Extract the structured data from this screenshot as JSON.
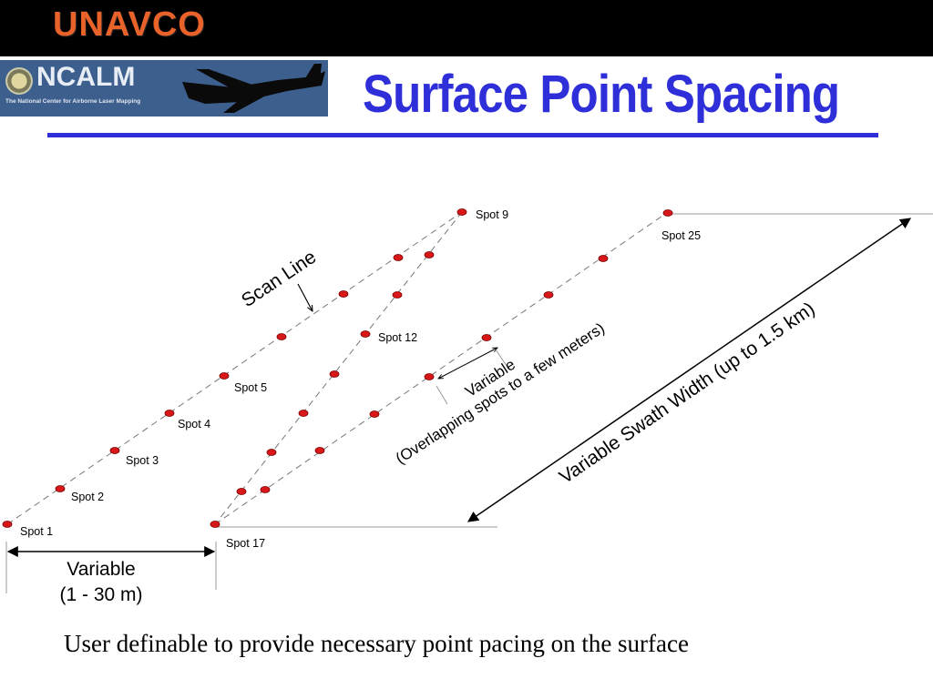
{
  "logos": {
    "unavco": "UNAVCO",
    "ncalm": "NCALM",
    "ncalm_sub": "The National Center for Airborne Laser Mapping"
  },
  "title": "Surface Point Spacing",
  "caption": "User definable to provide necessary point pacing on the surface",
  "labels": {
    "scan_line": "Scan Line",
    "swath": "Variable Swath Width (up to 1.5 km)",
    "overlap_1": "Variable",
    "overlap_2": "(Overlapping spots to a few meters)",
    "spacing_1": "Variable",
    "spacing_2": "(1 - 30 m)"
  },
  "spots": {
    "spot1": "Spot 1",
    "spot2": "Spot 2",
    "spot3": "Spot 3",
    "spot4": "Spot 4",
    "spot5": "Spot 5",
    "spot9": "Spot 9",
    "spot12": "Spot 12",
    "spot17": "Spot 17",
    "spot25": "Spot 25"
  },
  "colors": {
    "title_blue": "#2f2fd9",
    "spot_red": "#d81818",
    "unavco_orange": "#e8622a",
    "ncalm_blue": "#3d5f8e"
  }
}
